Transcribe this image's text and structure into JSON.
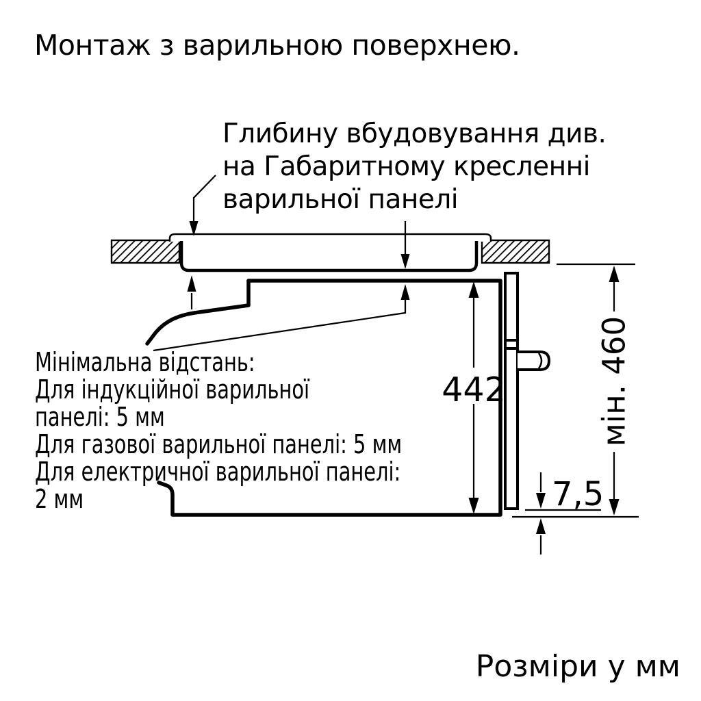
{
  "title": "Монтаж з варильною поверхнею.",
  "notes": {
    "depth": {
      "lines": [
        "Глибину вбудовування див.",
        "на Габаритному кресленні",
        "варильної панелі"
      ]
    },
    "min_distance": {
      "lines": [
        "Мінімальна відстань:",
        "Для індукційної варильної",
        "панелі: 5 мм",
        "Для газової варильної панелі: 5 мм",
        "Для електричної варильної панелі:",
        "2 мм"
      ]
    }
  },
  "dimensions": {
    "oven_height_mm": "442",
    "niche_min_height_mm": "мін. 460",
    "door_bottom_gap_mm": "7,5"
  },
  "footer": {
    "units_note": "Розміри у мм"
  },
  "colors": {
    "ink": "#000000",
    "paper": "#ffffff"
  }
}
